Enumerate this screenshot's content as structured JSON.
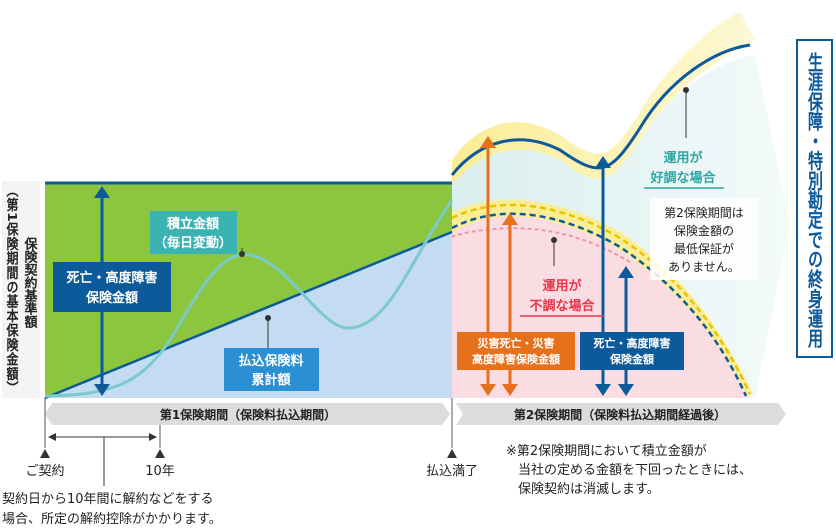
{
  "left_axis": {
    "label_main": "保険契約基準額",
    "label_sub": "（第1保険期間の基本保険金額）"
  },
  "right_banner": {
    "label": "生涯保障・特別勘定での終身運用"
  },
  "labels": {
    "death_benefit_left": [
      "死亡・高度障害",
      "保険金額"
    ],
    "accumulated": [
      "積立金額",
      "（毎日変動）"
    ],
    "premium_total": [
      "払込保険料",
      "累計額"
    ],
    "good_case": [
      "運用が",
      "好調な場合"
    ],
    "bad_case": [
      "運用が",
      "不調な場合"
    ],
    "no_guarantee": [
      "第2保険期間は",
      "保険金額の",
      "最低保証が",
      "ありません。"
    ],
    "accident_death": [
      "災害死亡・災害",
      "高度障害保険金額"
    ],
    "death_benefit_right": [
      "死亡・高度障害",
      "保険金額"
    ]
  },
  "periods": {
    "first": "第1保険期間（保険料払込期間）",
    "second": "第2保険期間（保険料払込期間経過後）"
  },
  "timeline": {
    "contract": "ご契約",
    "ten_years": "10年",
    "paid_up": "払込満了"
  },
  "notes": {
    "left": [
      "契約日から10年間に解約などをする",
      "場合、所定の解約控除がかかります。"
    ],
    "right": [
      "※第2保険期間において積立金額が",
      "当社の定める金額を下回ったときには、",
      "保険契約は消滅します。"
    ]
  },
  "colors": {
    "green": "#8cc63f",
    "green_line": "#1d6fa8",
    "blue_area": "#c4dcf2",
    "teal_area": "#d9eeee",
    "pink_area": "#f9dde3",
    "yellow": "#fbed96",
    "navy": "#0d5a9b",
    "orange": "#e6711c",
    "teal": "#3bb3b3",
    "red_label": "#e8374a",
    "gray_bar": "#dcdcdc"
  }
}
